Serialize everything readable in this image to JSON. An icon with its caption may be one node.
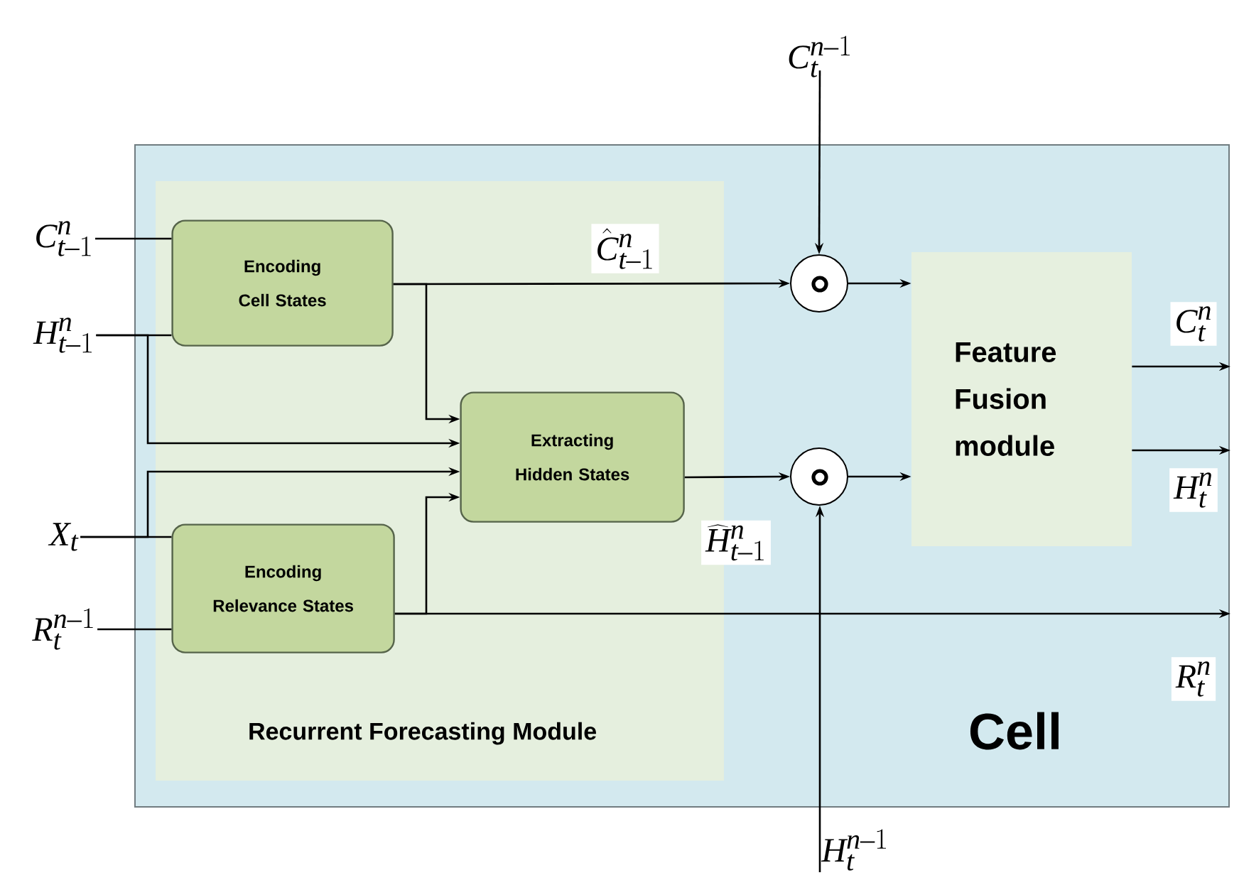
{
  "diagram": {
    "nodes": [
      {
        "text": [
          "Cell"
        ]
      },
      {
        "text": [
          "Recurrent Forecasting Module"
        ],
        "in": 0
      },
      {
        "text": [
          "Encoding Cell States"
        ],
        "in": 1
      },
      {
        "text": [
          "Extracting Hidden States"
        ],
        "in": 1
      },
      {
        "text": [
          "Encoding Relevance States"
        ],
        "in": 1
      },
      {
        "text": [],
        "shape": "circle",
        "in": 0
      },
      {
        "text": [],
        "shape": "circle",
        "in": 0
      },
      {
        "text": [
          "Feature Fusion module"
        ],
        "in": 0
      },
      {
        "text": [
          "C_{t-1}^{n}"
        ]
      },
      {
        "text": [
          "H_{t-1}^{n}"
        ]
      },
      {
        "text": [
          "X_{t}"
        ]
      },
      {
        "text": [
          "R_{t}^{n-1}"
        ]
      },
      {
        "text": [
          "C_{t}^{n-1}"
        ]
      },
      {
        "text": [
          "H_{t}^{n-1}"
        ]
      }
    ],
    "edges": [
      {
        "from": 8,
        "to": 2,
        "arrow": "none"
      },
      {
        "from": 9,
        "to": 2,
        "arrow": "none"
      },
      {
        "from": 9,
        "to": 3,
        "arrow": "to"
      },
      {
        "from": 10,
        "to": 4,
        "arrow": "none"
      },
      {
        "from": 10,
        "to": 3,
        "arrow": "to"
      },
      {
        "from": 11,
        "to": 4,
        "arrow": "none"
      },
      {
        "from": 2,
        "to": 5,
        "arrow": "to",
        "label": "\\hat{C}_{t-1}^{n}"
      },
      {
        "from": 2,
        "to": 3,
        "arrow": "to"
      },
      {
        "from": 4,
        "to": 3,
        "arrow": "to"
      },
      {
        "from": 4,
        "to": null,
        "arrow": "to",
        "label": "R_{t}^{n}"
      },
      {
        "from": 3,
        "to": 6,
        "arrow": "to",
        "label": "\\widehat{H}_{t-1}^{n}"
      },
      {
        "from": 12,
        "to": 5,
        "arrow": "to"
      },
      {
        "from": 13,
        "to": 6,
        "arrow": "to"
      },
      {
        "from": 5,
        "to": 7,
        "arrow": "to"
      },
      {
        "from": 6,
        "to": 7,
        "arrow": "to"
      },
      {
        "from": 7,
        "to": null,
        "arrow": "to",
        "label": "C_{t}^{n}"
      },
      {
        "from": 7,
        "to": null,
        "arrow": "to",
        "label": "H_{t}^{n}"
      }
    ]
  }
}
